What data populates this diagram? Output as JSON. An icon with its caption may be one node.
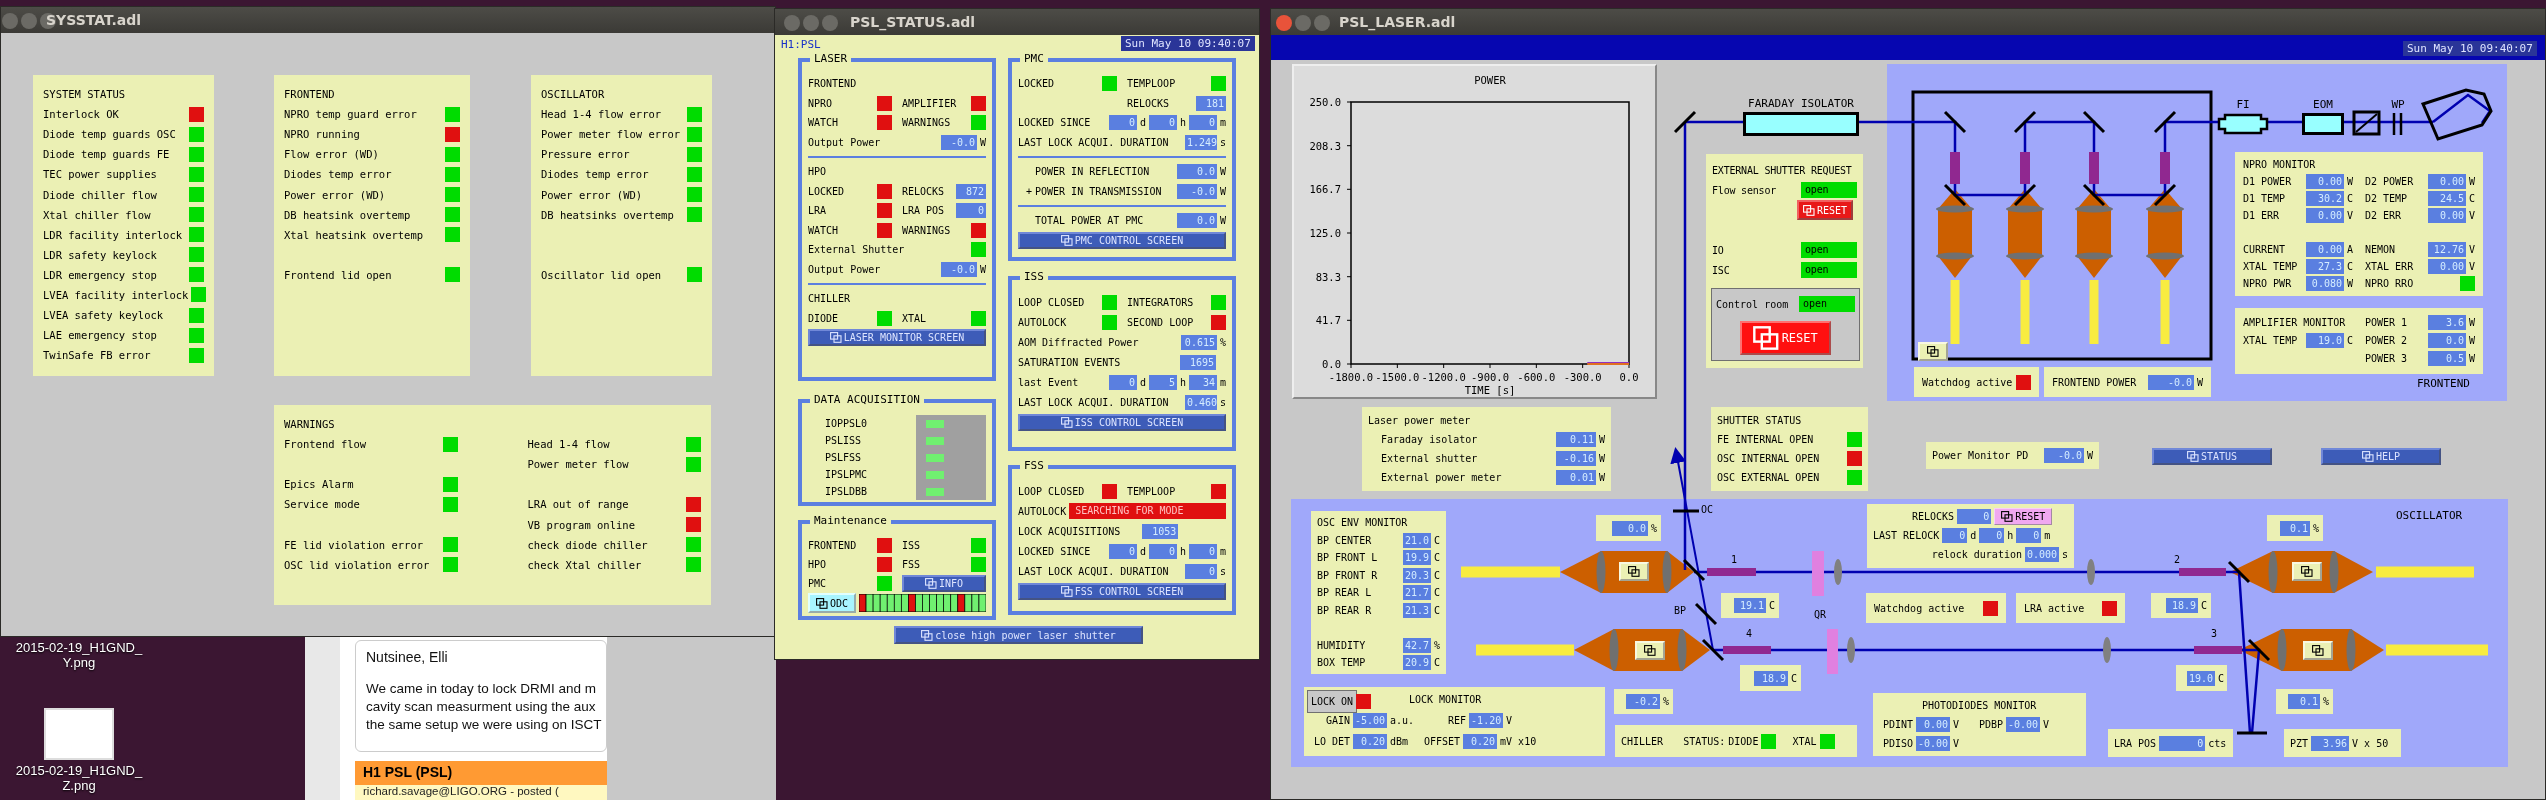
{
  "diagram": {
    "nodes": [
      {
        "text": [
          "SYSSTAT.adl"
        ]
      },
      {
        "text": [
          "SYSTEM STATUS",
          "Interlock OK",
          "Diode temp guards OSC",
          "Diode temp guards FE",
          "TEC power supplies",
          "Diode chiller flow",
          "Xtal chiller flow",
          "LDR facility interlock",
          "LDR safety keylock",
          "LDR emergency stop",
          "LVEA facility interlock",
          "LVEA safety keylock",
          "LAE emergency stop",
          "TwinSafe FB error"
        ],
        "in": 0
      },
      {
        "text": [
          "FRONTEND",
          "NPRO temp guard error",
          "NPRO running",
          "Flow error (WD)",
          "Diodes temp error",
          "Power error (WD)",
          "DB heatsink overtemp",
          "Xtal heatsink overtemp",
          "Frontend lid open"
        ],
        "in": 0
      },
      {
        "text": [
          "OSCILLATOR",
          "Head 1-4 flow error",
          "Power meter flow error",
          "Pressure error",
          "Diodes temp error",
          "Power error (WD)",
          "DB heatsinks overtemp",
          "Oscillator lid open"
        ],
        "in": 0
      },
      {
        "text": [
          "WARNINGS",
          "Frontend flow",
          "Head 1-4 flow",
          "Power meter flow",
          "Epics Alarm",
          "Service mode",
          "LRA out of range",
          "VB program online",
          "FE lid violation error",
          "check diode chiller",
          "OSC lid violation error",
          "check Xtal chiller"
        ],
        "in": 0
      },
      {
        "text": [
          "2015-02-19_H1GND_ Y.png"
        ]
      },
      {
        "text": [
          "2015-02-19_H1GND_ Z.png"
        ]
      },
      {
        "text": [
          "Nutsinee, Elli",
          "We came in today to lock DRMI and m",
          "cavity scan measurment using the aux",
          "the same setup we were using on ISCT",
          "H1 PSL (PSL)",
          "richard.savage@LIGO.ORG - posted ("
        ]
      },
      {
        "text": [
          "PSL_STATUS.adl",
          "H1:PSL",
          "Sun May 10 09:40:07"
        ]
      },
      {
        "text": [
          "LASER",
          "FRONTEND",
          "NPRO",
          "AMPLIFIER",
          "WATCH",
          "WARNINGS",
          "Output Power",
          "-0.0",
          "W",
          "HPO",
          "LOCKED",
          "RELOCKS",
          "872",
          "LRA",
          "LRA POS",
          "0",
          "WATCH",
          "WARNINGS",
          "External Shutter",
          "Output Power",
          "-0.0",
          "W",
          "CHILLER",
          "DIODE",
          "XTAL",
          "LASER MONITOR SCREEN"
        ],
        "in": 8
      },
      {
        "text": [
          "DATA ACQUISITION",
          "IOPPSL0",
          "PSLISS",
          "PSLFSS",
          "IPSLPMC",
          "IPSLDBB"
        ],
        "in": 8
      },
      {
        "text": [
          "Maintenance",
          "FRONTEND",
          "ISS",
          "HPO",
          "FSS",
          "PMC",
          "INFO",
          "ODC"
        ],
        "in": 8
      },
      {
        "text": [
          "PMC",
          "LOCKED",
          "TEMPLOOP",
          "RELOCKS",
          "181",
          "LOCKED SINCE",
          "0",
          "d",
          "0",
          "h",
          "0",
          "m",
          "LAST LOCK ACQUI. DURATION",
          "1.249",
          "s",
          "POWER IN REFLECTION",
          "0.0",
          "W",
          "+",
          "POWER IN TRANSMISSION",
          "-0.0",
          "W",
          "TOTAL POWER AT PMC",
          "0.0",
          "W",
          "PMC CONTROL SCREEN"
        ],
        "in": 8
      },
      {
        "text": [
          "ISS",
          "LOOP CLOSED",
          "INTEGRATORS",
          "AUTOLOCK",
          "SECOND LOOP",
          "AOM Diffracted Power",
          "0.615",
          "%",
          "SATURATION EVENTS",
          "1695",
          "last Event",
          "0",
          "d",
          "5",
          "h",
          "34",
          "m",
          "LAST LOCK ACQUI. DURATION",
          "0.460",
          "s",
          "ISS CONTROL SCREEN"
        ],
        "in": 8
      },
      {
        "text": [
          "FSS",
          "LOOP CLOSED",
          "TEMPLOOP",
          "AUTOLOCK",
          "SEARCHING FOR MODE",
          "LOCK ACQUISITIONS",
          "1053",
          "LOCKED SINCE",
          "0",
          "d",
          "0",
          "h",
          "0",
          "m",
          "LAST LOCK ACQUI. DURATION",
          "0",
          "s",
          "FSS CONTROL SCREEN"
        ],
        "in": 8
      },
      {
        "text": [
          "close high power laser shutter"
        ],
        "in": 8
      },
      {
        "text": [
          "PSL_LASER.adl",
          "Sun May 10 09:40:07"
        ]
      },
      {
        "text": [
          "FARADAY ISOLATOR"
        ],
        "in": 16
      },
      {
        "text": [
          "EXTERNAL SHUTTER REQUEST",
          "Flow sensor",
          "open",
          "RESET",
          "IO",
          "open",
          "ISC",
          "open"
        ],
        "in": 16
      },
      {
        "text": [
          "Control room",
          "open",
          "RESET"
        ],
        "in": 18
      },
      {
        "text": [
          "FRONTEND"
        ],
        "in": 16
      },
      {
        "text": [
          "FI"
        ],
        "in": 20
      },
      {
        "text": [
          "EOM"
        ],
        "in": 20
      },
      {
        "text": [
          "WP"
        ],
        "in": 20
      },
      {
        "text": [
          "NPRO MONITOR",
          "D1 POWER",
          "0.00",
          "W",
          "D2 POWER",
          "0.00",
          "W",
          "D1 TEMP",
          "30.2",
          "C",
          "D2 TEMP",
          "24.5",
          "C",
          "D1 ERR",
          "0.00",
          "V",
          "D2 ERR",
          "0.00",
          "V",
          "CURRENT",
          "0.00",
          "A",
          "NEMON",
          "12.76",
          "V",
          "XTAL TEMP",
          "27.3",
          "C",
          "XTAL ERR",
          "0.00",
          "V",
          "NPRO PWR",
          "0.080",
          "W",
          "NPRO RRO"
        ],
        "in": 20
      },
      {
        "text": [
          "AMPLIFIER MONITOR",
          "POWER 1",
          "3.6",
          "W",
          "XTAL TEMP",
          "19.0",
          "C",
          "POWER 2",
          "0.0",
          "W",
          "POWER 3",
          "0.5",
          "W"
        ],
        "in": 20
      },
      {
        "text": [
          "Watchdog active"
        ],
        "in": 20
      },
      {
        "text": [
          "FRONTEND POWER",
          "-0.0",
          "W"
        ],
        "in": 20
      },
      {
        "text": [
          "Laser power meter",
          "Faraday isolator",
          "0.11",
          "W",
          "External shutter",
          "-0.16",
          "W",
          "External power meter",
          "0.01",
          "W"
        ],
        "in": 16
      },
      {
        "text": [
          "SHUTTER STATUS",
          "FE INTERNAL OPEN",
          "OSC INTERNAL OPEN",
          "OSC EXTERNAL OPEN"
        ],
        "in": 16
      },
      {
        "text": [
          "Power Monitor PD",
          "-0.0",
          "W"
        ],
        "in": 16
      },
      {
        "text": [
          "STATUS"
        ],
        "in": 16
      },
      {
        "text": [
          "HELP"
        ],
        "in": 16
      },
      {
        "text": [
          "OSCILLATOR"
        ],
        "in": 16
      },
      {
        "text": [
          "OSC ENV MONITOR",
          "BP CENTER",
          "21.0",
          "C",
          "BP FRONT L",
          "19.9",
          "C",
          "BP FRONT R",
          "20.3",
          "C",
          "BP REAR L",
          "21.7",
          "C",
          "BP REAR R",
          "21.3",
          "C",
          "HUMIDITY",
          "42.7",
          "%",
          "BOX TEMP",
          "20.9",
          "C"
        ],
        "in": 33
      },
      {
        "text": [
          "0.0",
          "%"
        ],
        "in": 33
      },
      {
        "text": [
          "RELOCKS",
          "0",
          "RESET",
          "LAST RELOCK",
          "0",
          "d",
          "0",
          "h",
          "0",
          "m",
          "relock duration",
          "0.000",
          "s"
        ],
        "in": 33
      },
      {
        "text": [
          "0.1",
          "%"
        ],
        "in": 33
      },
      {
        "text": [
          "19.1",
          "C"
        ],
        "in": 33
      },
      {
        "text": [
          "Watchdog active"
        ],
        "in": 33
      },
      {
        "text": [
          "LRA active"
        ],
        "in": 33
      },
      {
        "text": [
          "18.9",
          "C"
        ],
        "in": 33
      },
      {
        "text": [
          "LOCK MONITOR",
          "GAIN",
          "-5.00",
          "a.u.",
          "REF",
          "-1.20",
          "V",
          "LO DET",
          "0.20",
          "dBm",
          "OFFSET",
          "0.20",
          "mV x10"
        ],
        "in": 33
      },
      {
        "text": [
          "LOCK ON"
        ],
        "in": 42
      },
      {
        "text": [
          "-0.2",
          "%"
        ],
        "in": 33
      },
      {
        "text": [
          "18.9",
          "C"
        ],
        "in": 33
      },
      {
        "text": [
          "CHILLER",
          "STATUS:",
          "DIODE",
          "XTAL"
        ],
        "in": 33
      },
      {
        "text": [
          "PHOTODIODES MONITOR",
          "PDINT",
          "0.00",
          "V",
          "PDBP",
          "-0.00",
          "V",
          "PDISO",
          "-0.00",
          "V"
        ],
        "in": 33
      },
      {
        "text": [
          "LRA POS",
          "0",
          "cts"
        ],
        "in": 33
      },
      {
        "text": [
          "19.0",
          "C"
        ],
        "in": 33
      },
      {
        "text": [
          "0.1",
          "%"
        ],
        "in": 33
      },
      {
        "text": [
          "PZT",
          "3.96",
          "V x 50"
        ],
        "in": 33
      }
    ],
    "labels": [
      "OC",
      "1",
      "2",
      "BP",
      "QR",
      "4",
      "3"
    ],
    "chart_data": {
      "type": "line",
      "title": "POWER",
      "xlabel": "TIME [s]",
      "xlim": [
        -1800,
        0
      ],
      "ylim": [
        0,
        250
      ],
      "xticks": [
        {
          "value": -1800,
          "label": "-1800.0"
        },
        {
          "value": -1500,
          "label": "-1500.0"
        },
        {
          "value": -1200,
          "label": "-1200.0"
        },
        {
          "value": -900,
          "label": "-900.0"
        },
        {
          "value": -600,
          "label": "-600.0"
        },
        {
          "value": -300,
          "label": "-300.0"
        },
        {
          "value": 0,
          "label": "0.0"
        }
      ],
      "yticks": [
        {
          "value": 0,
          "label": "0.0"
        },
        {
          "value": 41.7,
          "label": "41.7"
        },
        {
          "value": 83.3,
          "label": "83.3"
        },
        {
          "value": 125,
          "label": "125.0"
        },
        {
          "value": 166.7,
          "label": "166.7"
        },
        {
          "value": 208.3,
          "label": "208.3"
        },
        {
          "value": 250,
          "label": "250.0"
        }
      ],
      "x": [
        -270,
        0
      ],
      "series": [
        {
          "color": "#9030c0",
          "values": [
            1,
            1
          ]
        },
        {
          "color": "#e07020",
          "values": [
            0,
            0
          ]
        }
      ]
    }
  }
}
